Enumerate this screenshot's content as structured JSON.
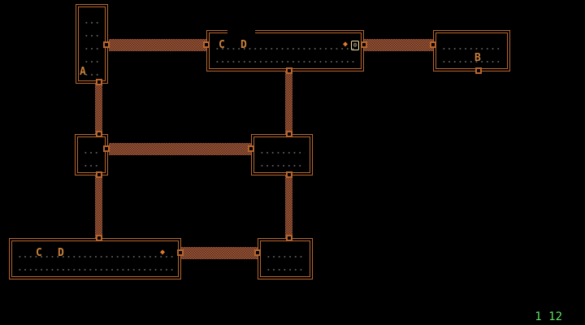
{
  "entities": {
    "monster_a": "A",
    "monster_b": "B",
    "monster_c1": "C",
    "monster_d1": "D",
    "monster_c2": "C",
    "monster_d2": "D",
    "item1": "◆",
    "item2": "◆",
    "player": "☺"
  },
  "status": {
    "level": "1",
    "value": "12"
  },
  "colors": {
    "wall": "#b8662e",
    "status": "#5fe05f"
  }
}
